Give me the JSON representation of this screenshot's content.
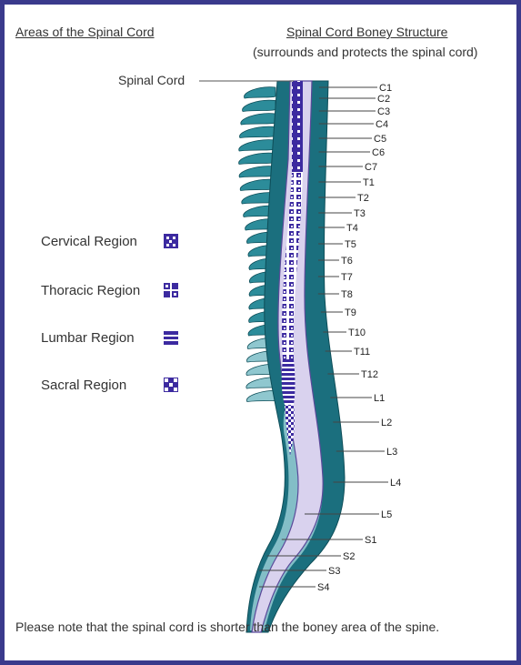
{
  "header": {
    "left_title": "Areas of the Spinal Cord",
    "right_title": "Spinal Cord Boney Structure",
    "right_subtitle": "(surrounds and protects the spinal cord)"
  },
  "spinal_cord_label": "Spinal Cord",
  "legend": [
    {
      "label": "Cervical Region",
      "pattern": "cervical"
    },
    {
      "label": "Thoracic Region",
      "pattern": "thoracic"
    },
    {
      "label": "Lumbar Region",
      "pattern": "lumbar"
    },
    {
      "label": "Sacral Region",
      "pattern": "sacral"
    }
  ],
  "vertebrae": [
    "C1",
    "C2",
    "C3",
    "C4",
    "C5",
    "C6",
    "C7",
    "T1",
    "T2",
    "T3",
    "T4",
    "T5",
    "T6",
    "T7",
    "T8",
    "T9",
    "T10",
    "T11",
    "T12",
    "L1",
    "L2",
    "L3",
    "L4",
    "L5",
    "S1",
    "S2",
    "S3",
    "S4"
  ],
  "footnote": "Please note that the spinal cord is shorter than the boney area of the spine.",
  "colors": {
    "border": "#3a3a8c",
    "bone_dark": "#1b6f7e",
    "bone_mid": "#2c8c9a",
    "bone_light": "#8fc7cf",
    "cord_fill": "#d9d2ee",
    "pattern": "#3c2aa0"
  }
}
